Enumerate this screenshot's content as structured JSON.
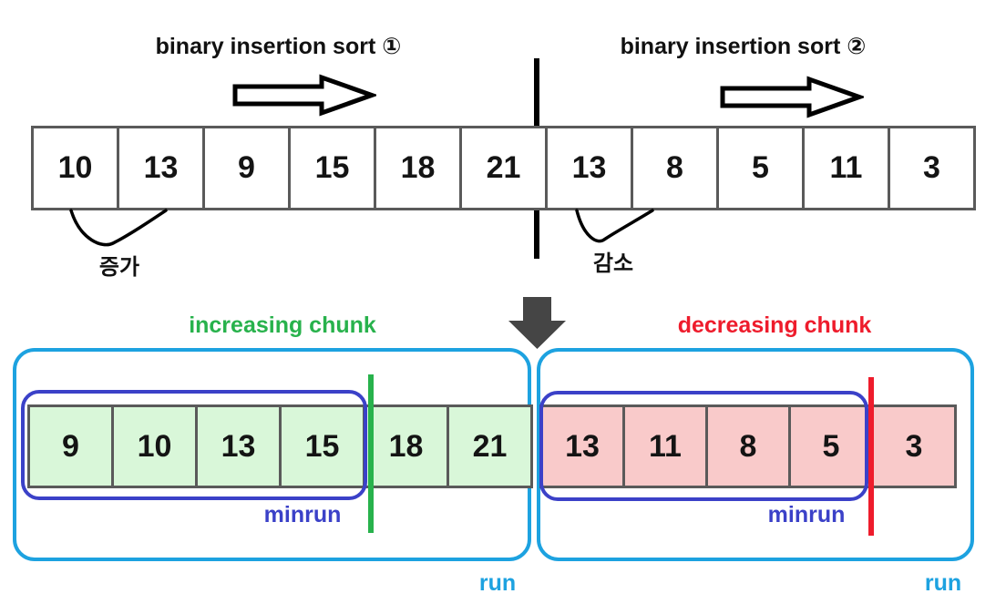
{
  "top": {
    "title_left": "binary insertion sort ①",
    "title_right": "binary insertion sort ②",
    "cells": [
      "10",
      "13",
      "9",
      "15",
      "18",
      "21",
      "13",
      "8",
      "5",
      "11",
      "3"
    ],
    "increase_label": "증가",
    "decrease_label": "감소"
  },
  "bottom": {
    "increasing_chunk_label": "increasing chunk",
    "decreasing_chunk_label": "decreasing chunk",
    "left_cells": [
      "9",
      "10",
      "13",
      "15",
      "18",
      "21"
    ],
    "right_cells": [
      "13",
      "11",
      "8",
      "5",
      "3"
    ],
    "minrun_label_left": "minrun",
    "minrun_label_right": "minrun",
    "run_label_left": "run",
    "run_label_right": "run"
  },
  "icons": {
    "right_arrow_left": "right-arrow-outline",
    "right_arrow_right": "right-arrow-outline",
    "down_arrow": "down-arrow-solid",
    "increase_curve": "swoosh-curve",
    "decrease_curve": "swoosh-curve"
  },
  "colors": {
    "run_border_cyan": "#1da2e0",
    "minrun_border_blue": "#3b41c8",
    "increasing_green": "#28b24c",
    "decreasing_red": "#ee1c2c",
    "green_cell_fill": "#d9f7d9",
    "pink_cell_fill": "#f9caca",
    "cell_border_gray": "#5a5a5a",
    "down_arrow_gray": "#454545",
    "text_black": "#111111"
  }
}
